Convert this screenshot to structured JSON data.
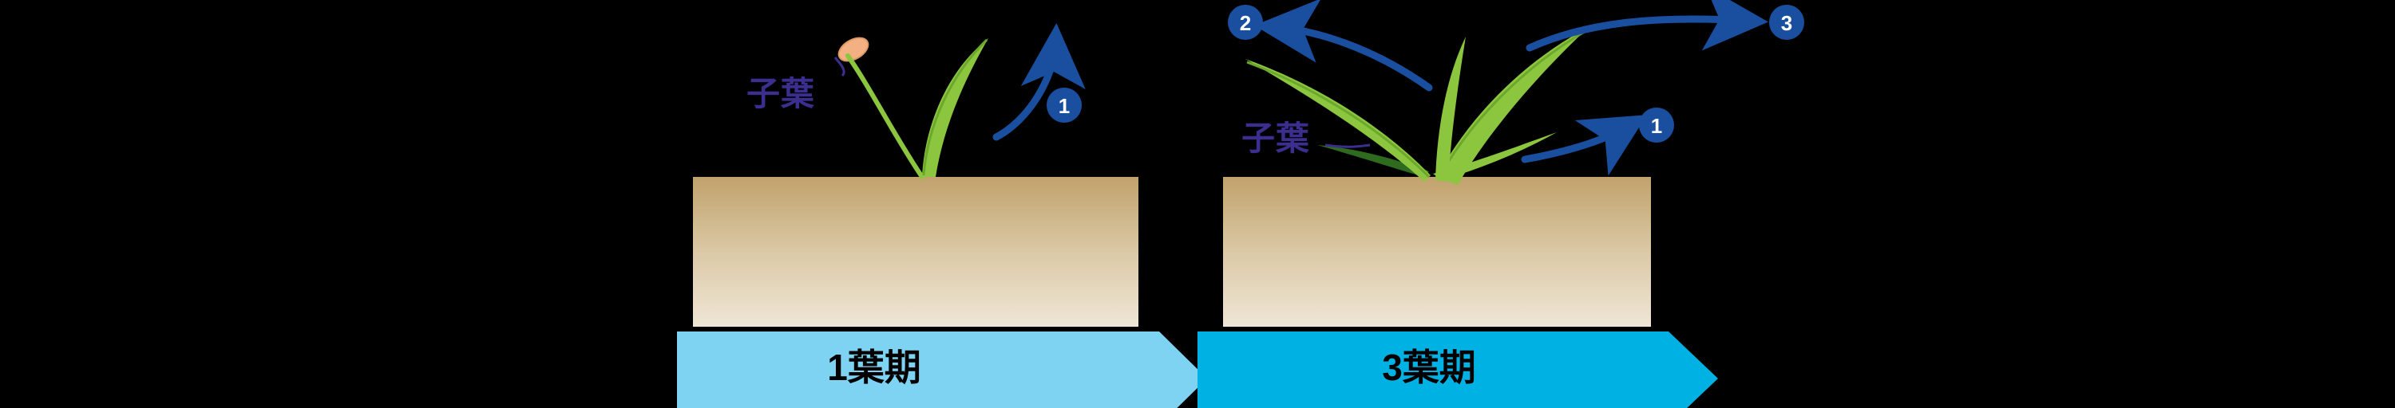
{
  "diagram": {
    "title_visible": false,
    "background_color": "#000000",
    "panels": [
      {
        "id": "panel-1-leaf",
        "banner_label": "1葉期",
        "banner_color": "#7ed3f2",
        "soil_color_top": "#bfa06a",
        "soil_color_bottom": "#e8ddc8",
        "cotyledon_label": "子葉",
        "cotyledon_label_color": "#3b2e8f",
        "leaf_markers": [
          "1"
        ],
        "marker_color": "#1a4fa0",
        "leaf_color": "#8cc63f",
        "seed_color": "#f2b07a"
      },
      {
        "id": "panel-3-leaf",
        "banner_label": "3葉期",
        "banner_color": "#00b2e3",
        "soil_color_top": "#bfa06a",
        "soil_color_bottom": "#e8ddc8",
        "cotyledon_label": "子葉",
        "cotyledon_label_color": "#3b2e8f",
        "leaf_markers": [
          "1",
          "2",
          "3"
        ],
        "marker_color": "#1a4fa0",
        "leaf_color": "#8cc63f",
        "seed_color": "#f2b07a"
      }
    ]
  }
}
